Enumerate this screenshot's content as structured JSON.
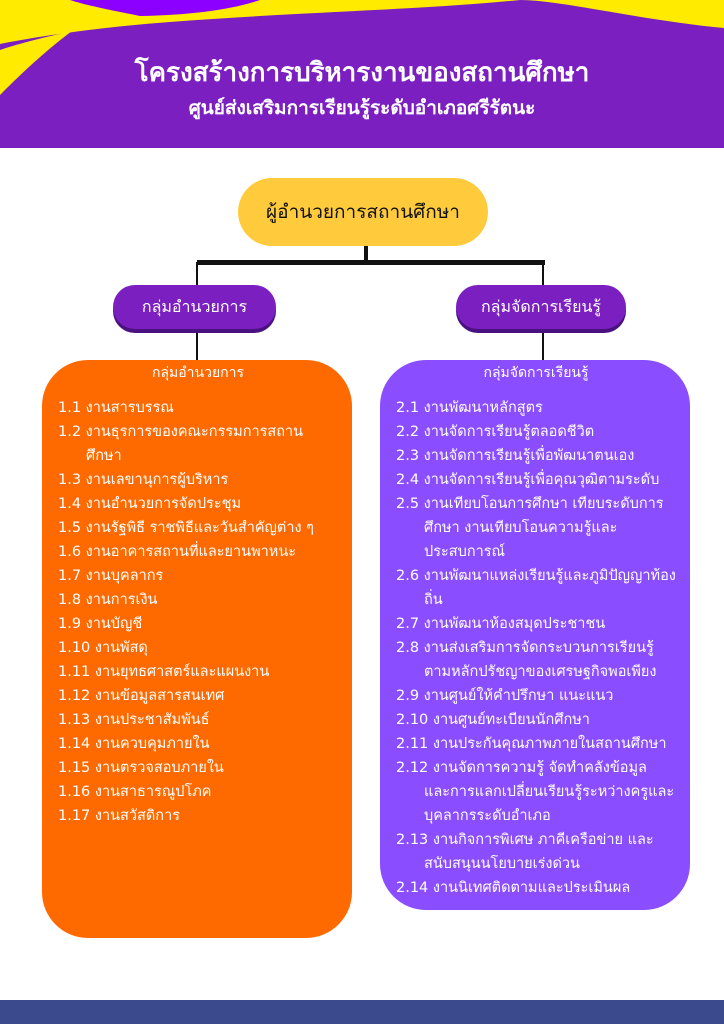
{
  "header": {
    "title": "โครงสร้างการบริหารงานของสถานศึกษา",
    "subtitle": "ศูนย์ส่งเสริมการเรียนรู้ระดับอำเภอศรีรัตนะ"
  },
  "director": "ผู้อำนวยการสถานศึกษา",
  "groups": [
    {
      "pill_label": "กลุ่มอำนวยการ",
      "box_title": "กลุ่มอำนวยการ",
      "items": [
        "1.1 งานสารบรรณ",
        "1.2 งานธุรการของคณะกรรมการสถานศึกษา",
        "1.3 งานเลขานุการผู้บริหาร",
        "1.4 งานอำนวยการจัดประชุม",
        "1.5 งานรัฐพิธี ราชพิธีและวันสำคัญต่าง ๆ",
        "1.6 งานอาคารสถานที่และยานพาหนะ",
        "1.7 งานบุคลากร",
        "1.8 งานการเงิน",
        "1.9 งานบัญชี",
        "1.10 งานพัสดุ",
        "1.11 งานยุทธศาสตร์และแผนงาน",
        "1.12 งานข้อมูลสารสนเทศ",
        "1.13 งานประชาสัมพันธ์",
        "1.14 งานควบคุมภายใน",
        "1.15 งานตรวจสอบภายใน",
        "1.16 งานสาธารณูปโภค",
        "1.17 งานสวัสดิการ"
      ]
    },
    {
      "pill_label": "กลุ่มจัดการเรียนรู้",
      "box_title": "กลุ่มจัดการเรียนรู้",
      "items": [
        "2.1 งานพัฒนาหลักสูตร",
        "2.2 งานจัดการเรียนรู้ตลอดชีวิต",
        "2.3 งานจัดการเรียนรู้เพื่อพัฒนาตนเอง",
        "2.4 งานจัดการเรียนรู้เพื่อคุณวุฒิตามระดับ",
        "2.5 งานเทียบโอนการศึกษา เทียบระดับการศึกษา งานเทียบโอนความรู้และประสบการณ์",
        "2.6 งานพัฒนาแหล่งเรียนรู้และภูมิปัญญาท้องถิ่น",
        "2.7 งานพัฒนาห้องสมุดประชาชน",
        "2.8 งานส่งเสริมการจัดกระบวนการเรียนรู้ตามหลักปรัชญาของเศรษฐกิจพอเพียง",
        "2.9 งานศูนย์ให้คำปรึกษา แนะแนว",
        "2.10 งานศูนย์ทะเบียนนักศึกษา",
        "2.11 งานประกันคุณภาพภายในสถานศึกษา",
        "2.12 งานจัดการความรู้ จัดทำคลังข้อมูล และการแลกเปลี่ยนเรียนรู้ระหว่างครูและบุคลากรระดับอำเภอ",
        "2.13 งานกิจการพิเศษ ภาคีเครือข่าย และสนับสนุนนโยบายเร่งด่วน",
        "2.14 งานนิเทศติดตามและประเมินผล"
      ]
    }
  ],
  "colors": {
    "header": "#7B1FC0",
    "accent_yellow": "#FFEB00",
    "director": "#FFCB3D",
    "left_box": "#FF6A00",
    "right_box": "#8A4DFF",
    "footer": "#3B4A8C"
  }
}
